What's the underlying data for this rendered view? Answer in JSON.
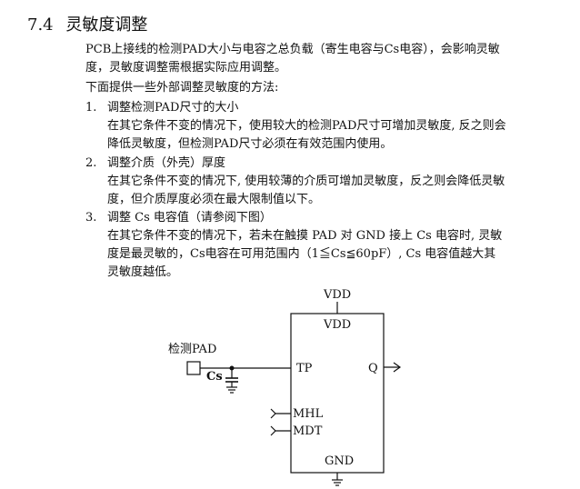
{
  "section": {
    "number": "7.4",
    "title": "灵敏度调整"
  },
  "paragraphs": {
    "intro": "PCB上接线的检测PAD大小与电容之总负载（寄生电容与Cs电容），会影响灵敏度，灵敏度调整需根据实际应用调整。",
    "methods_intro": "下面提供一些外部调整灵敏度的方法:"
  },
  "methods": [
    {
      "number": "1.",
      "title": "调整检测PAD尺寸的大小",
      "body": "在其它条件不变的情况下，使用较大的检测PAD尺寸可增加灵敏度, 反之则会降低灵敏度，但检测PAD尺寸必须在有效范围内使用。"
    },
    {
      "number": "2.",
      "title": "调整介质（外壳）厚度",
      "body": "在其它条件不变的情况下, 使用较薄的介质可增加灵敏度，反之则会降低灵敏度，但介质厚度必须在最大限制值以下。"
    },
    {
      "number": "3.",
      "title": "调整 Cs 电容值（请参阅下图）",
      "body": "在其它条件不变的情况下，若未在触摸 PAD 对 GND 接上 Cs 电容时, 灵敏度是最灵敏的，Cs电容在可用范围内（1≦Cs≦60pF）, Cs 电容值越大其灵敏度越低。"
    }
  ],
  "diagram": {
    "pad_label": "检测PAD",
    "cap_label": "Cs",
    "top_supply": "VDD",
    "pins": {
      "vdd": "VDD",
      "tp": "TP",
      "q": "Q",
      "mhl": "MHL",
      "mdt": "MDT",
      "gnd": "GND"
    }
  }
}
